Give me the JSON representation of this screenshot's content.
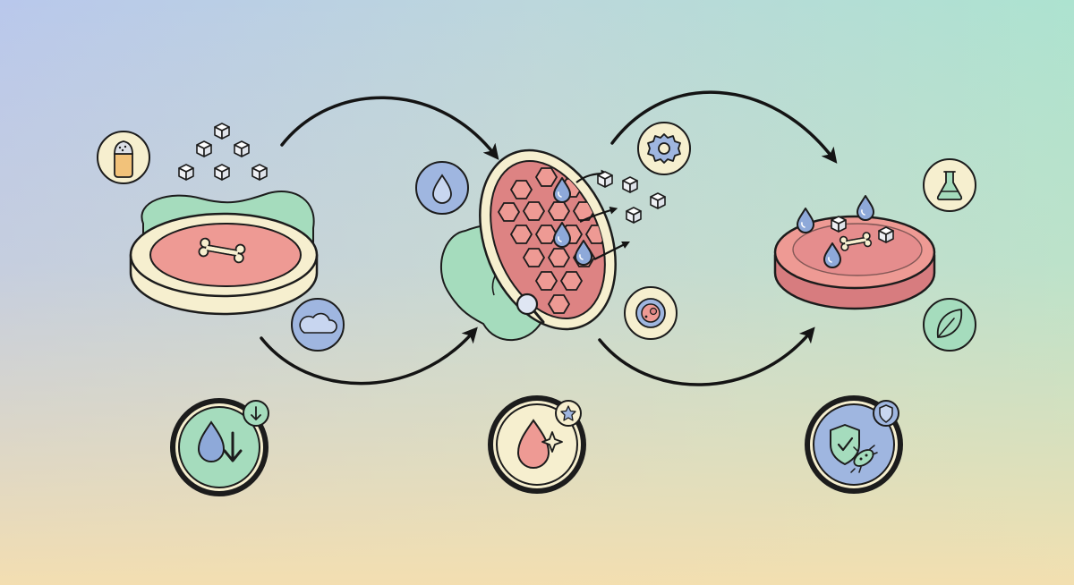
{
  "palette": {
    "bg_top_left": "#b9c8ec",
    "bg_top_right": "#ade3d0",
    "bg_bottom": "#f6dfae",
    "cream": "#f6efcf",
    "mint": "#a5dcbd",
    "coral": "#ee9a94",
    "coral_deep": "#dd8383",
    "blue": "#9fb6e0",
    "outline": "#1c1c1c"
  },
  "steps": [
    {
      "id": "raw",
      "object": "raw-steak",
      "badge": "water-loss-icon",
      "sub_icon": "down-arrow-icon"
    },
    {
      "id": "brine",
      "object": "meat-cross-section",
      "badge": "flavor-drop-icon",
      "sub_icon": "star-icon"
    },
    {
      "id": "cured",
      "object": "cured-steak",
      "badge": "antimicrobial-shield-icon",
      "sub_icon": "shield-icon"
    }
  ],
  "side_icons": [
    "salt-shaker-icon",
    "cloud-icon",
    "water-drop-icon",
    "gear-icon",
    "cell-icon",
    "flask-icon",
    "leaf-icon"
  ]
}
